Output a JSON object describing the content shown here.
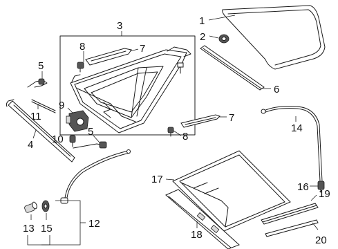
{
  "callouts": {
    "c1": "1",
    "c2": "2",
    "c3": "3",
    "c4": "4",
    "c5a": "5",
    "c5b": "5",
    "c6": "6",
    "c7a": "7",
    "c7b": "7",
    "c8a": "8",
    "c8b": "8",
    "c9": "9",
    "c10": "10",
    "c11": "11",
    "c12": "12",
    "c13": "13",
    "c14": "14",
    "c15": "15",
    "c16": "16",
    "c17": "17",
    "c18": "18",
    "c19": "19",
    "c20": "20"
  }
}
